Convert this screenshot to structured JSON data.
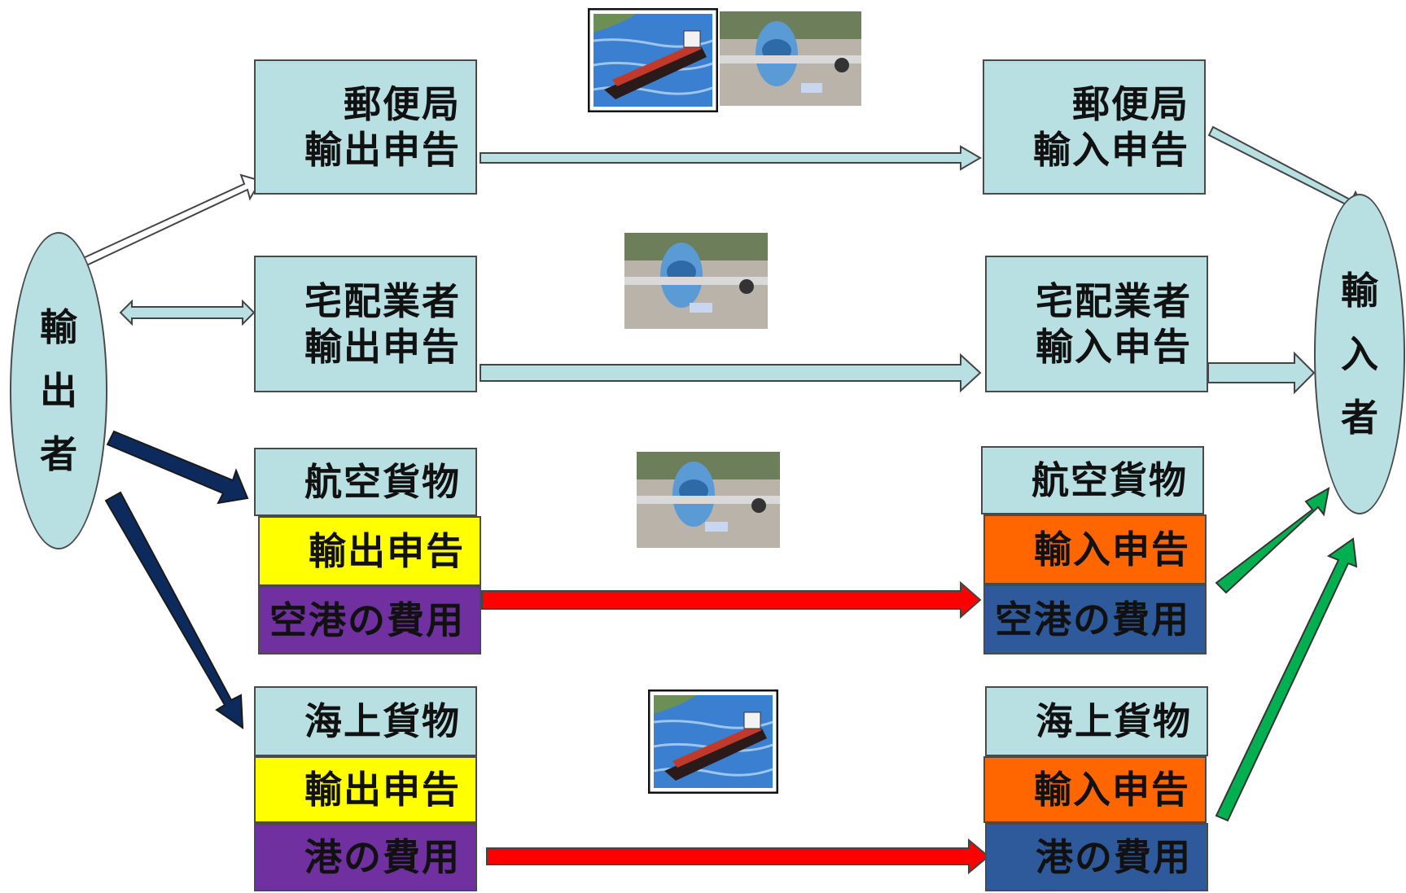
{
  "exporter": {
    "chars": [
      "輸",
      "出",
      "者"
    ]
  },
  "importer": {
    "chars": [
      "輸",
      "入",
      "者"
    ]
  },
  "rows": {
    "post": {
      "export": {
        "line1": "郵便局",
        "line2": "輸出申告"
      },
      "import": {
        "line1": "郵便局",
        "line2": "輸入申告"
      }
    },
    "courier": {
      "export": {
        "line1": "宅配業者",
        "line2": "輸出申告"
      },
      "import": {
        "line1": "宅配業者",
        "line2": "輸入申告"
      }
    },
    "air": {
      "export": {
        "header": "航空貨物",
        "declaration": "輸出申告",
        "cost": "空港の費用"
      },
      "import": {
        "header": "航空貨物",
        "declaration": "輸入申告",
        "cost": "空港の費用"
      }
    },
    "sea": {
      "export": {
        "header": "海上貨物",
        "declaration": "輸出申告",
        "cost": "港の費用"
      },
      "import": {
        "header": "海上貨物",
        "declaration": "輸入申告",
        "cost": "港の費用"
      }
    }
  },
  "colors": {
    "light_box": "#b8e0e3",
    "export_declaration": "#ffff00",
    "export_cost": "#7030a0",
    "import_declaration": "#ff6600",
    "import_cost": "#2e5a9c",
    "navy_arrow": "#0d2a5c",
    "red_arrow": "#ff0000",
    "green_arrow": "#00b050"
  },
  "images": [
    "ship-illustration",
    "airplane-photo"
  ]
}
